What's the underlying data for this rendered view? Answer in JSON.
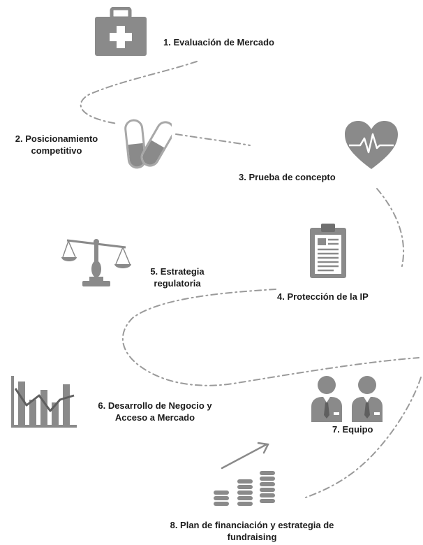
{
  "steps": [
    {
      "n": "1",
      "text": "1. Evaluación de Mercado",
      "icon": "medical-kit-icon"
    },
    {
      "n": "2",
      "line1": "2. Posicionamiento",
      "line2": "competitivo",
      "icon": "pills-icon"
    },
    {
      "n": "3",
      "text": "3. Prueba de concepto",
      "icon": "heart-pulse-icon"
    },
    {
      "n": "4",
      "text": "4. Protección de la IP",
      "icon": "clipboard-document-icon"
    },
    {
      "n": "5",
      "line1": "5. Estrategia",
      "line2": "regulatoria",
      "icon": "balance-scale-icon"
    },
    {
      "n": "6",
      "line1": "6. Desarrollo de Negocio y",
      "line2": "Acceso a Mercado",
      "icon": "bar-line-chart-icon"
    },
    {
      "n": "7",
      "text": "7. Equipo",
      "icon": "team-people-icon"
    },
    {
      "n": "8",
      "line1": "8. Plan de financiación y estrategia de",
      "line2": "fundraising",
      "icon": "coins-growth-icon"
    }
  ],
  "colors": {
    "icon_gray": "#8a8a8a",
    "icon_light": "#bdbdbd",
    "path": "#9a9a9a",
    "text": "#1c1c1c"
  }
}
